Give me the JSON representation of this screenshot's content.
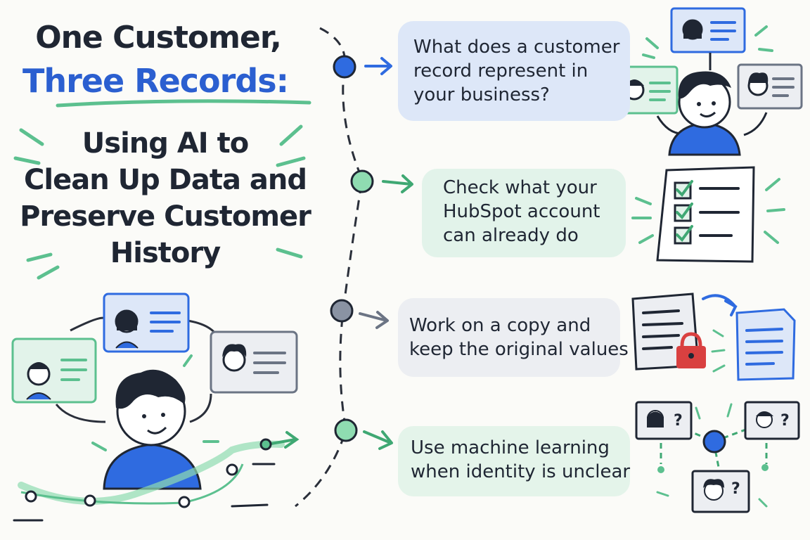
{
  "title": {
    "line1": "One Customer,",
    "line2": "Three Records:",
    "line3": [
      "Using AI to",
      "Clean Up Data and",
      "Preserve Customer",
      "History"
    ]
  },
  "steps": [
    {
      "lines": [
        "What does a customer",
        "record represent in",
        "your business?"
      ],
      "color": "#2f6be0",
      "bg": "#dde7f8"
    },
    {
      "lines": [
        "Check what your",
        "HubSpot account",
        "can already do"
      ],
      "color": "#5cc08f",
      "bg": "#e2f3ea"
    },
    {
      "lines": [
        "Work on a copy and",
        "keep the original values"
      ],
      "color": "#6b7484",
      "bg": "#eceef2"
    },
    {
      "lines": [
        "Use machine learning",
        "when identity is unclear"
      ],
      "color": "#5cc08f",
      "bg": "#e4f4ea"
    }
  ],
  "icons": [
    "profile-card-icon",
    "checklist-icon",
    "document-copy-icon",
    "lock-icon",
    "question-mark-icon"
  ],
  "question_mark": "?",
  "colors": {
    "blue": "#2f6be0",
    "green": "#5cc08f",
    "gray": "#6b7484",
    "red": "#d94040",
    "dark": "#1f2633"
  }
}
